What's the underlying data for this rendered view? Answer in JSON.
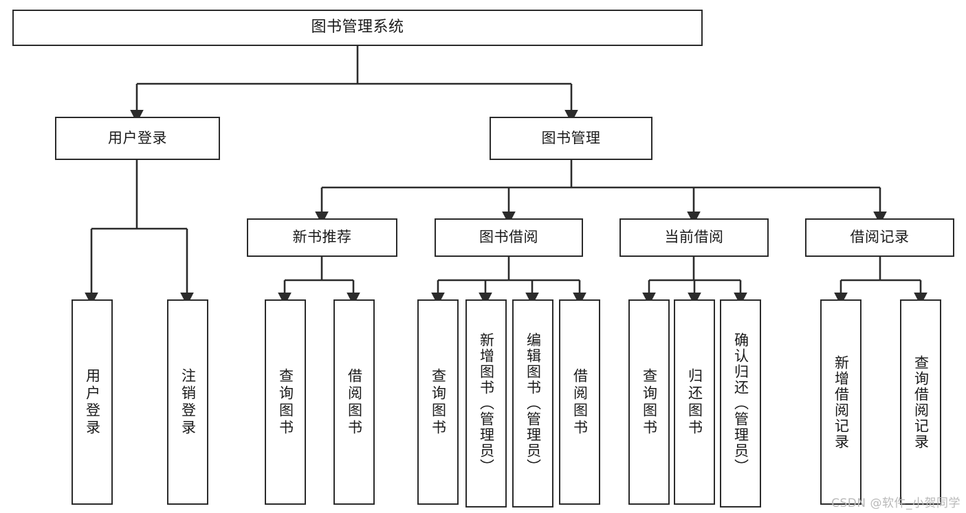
{
  "diagram": {
    "type": "tree-hierarchy-chart",
    "title": "图书管理系统",
    "watermark": "CSDN @软件_小贺同学",
    "colors": {
      "stroke": "#2b2b2b",
      "fill": "#ffffff",
      "text": "#1a1a1a",
      "watermark": "#b9b9b9"
    },
    "levels": [
      {
        "level": 1,
        "nodes": [
          {
            "id": "root",
            "label": "图书管理系统"
          }
        ]
      },
      {
        "level": 2,
        "nodes": [
          {
            "id": "user-login",
            "label": "用户登录",
            "parent": "root"
          },
          {
            "id": "book-manage",
            "label": "图书管理",
            "parent": "root"
          }
        ]
      },
      {
        "level": 3,
        "nodes": [
          {
            "id": "new-book-rec",
            "label": "新书推荐",
            "parent": "book-manage"
          },
          {
            "id": "book-borrow",
            "label": "图书借阅",
            "parent": "book-manage"
          },
          {
            "id": "current-borrow",
            "label": "当前借阅",
            "parent": "book-manage"
          },
          {
            "id": "borrow-record",
            "label": "借阅记录",
            "parent": "book-manage"
          }
        ]
      },
      {
        "level": 4,
        "nodes": [
          {
            "id": "leaf-1",
            "label": "用户登录",
            "parent": "user-login"
          },
          {
            "id": "leaf-2",
            "label": "注销登录",
            "parent": "user-login"
          },
          {
            "id": "leaf-3",
            "label": "查询图书",
            "parent": "new-book-rec"
          },
          {
            "id": "leaf-4",
            "label": "借阅图书",
            "parent": "new-book-rec"
          },
          {
            "id": "leaf-5",
            "label": "查询图书",
            "parent": "book-borrow"
          },
          {
            "id": "leaf-6",
            "label": "新增图书（管理员）",
            "parent": "book-borrow"
          },
          {
            "id": "leaf-7",
            "label": "编辑图书（管理员）",
            "parent": "book-borrow"
          },
          {
            "id": "leaf-8",
            "label": "借阅图书",
            "parent": "book-borrow"
          },
          {
            "id": "leaf-9",
            "label": "查询图书",
            "parent": "current-borrow"
          },
          {
            "id": "leaf-10",
            "label": "归还图书",
            "parent": "current-borrow"
          },
          {
            "id": "leaf-11",
            "label": "确认归还（管理员）",
            "parent": "current-borrow"
          },
          {
            "id": "leaf-12",
            "label": "新增借阅记录",
            "parent": "borrow-record"
          },
          {
            "id": "leaf-13",
            "label": "查询借阅记录",
            "parent": "borrow-record"
          }
        ]
      }
    ]
  }
}
